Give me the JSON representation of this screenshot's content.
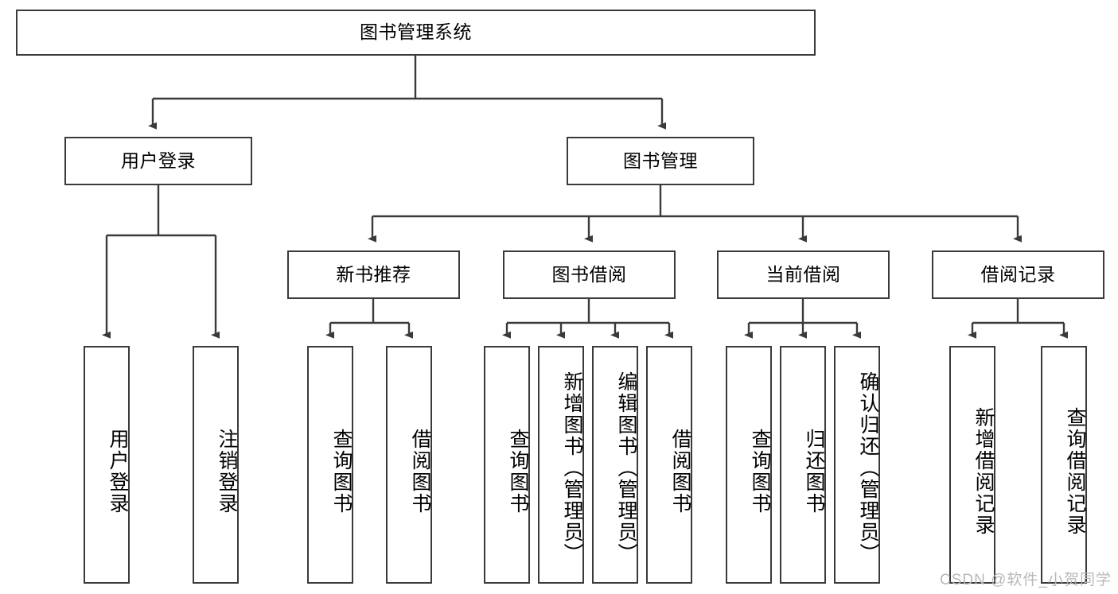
{
  "diagram": {
    "title_node": {
      "label": "图书管理系统"
    },
    "level2": [
      {
        "id": "user-login",
        "label": "用户登录"
      },
      {
        "id": "book-management",
        "label": "图书管理"
      }
    ],
    "level3": [
      {
        "id": "new-book-recommend",
        "label": "新书推荐"
      },
      {
        "id": "book-borrow",
        "label": "图书借阅"
      },
      {
        "id": "current-borrow",
        "label": "当前借阅"
      },
      {
        "id": "borrow-record",
        "label": "借阅记录"
      }
    ],
    "leaves": {
      "user_login": [
        {
          "id": "leaf-user-login",
          "label": "用户登录"
        },
        {
          "id": "leaf-logout-login",
          "label": "注销登录"
        }
      ],
      "new_book_recommend": [
        {
          "id": "leaf-query-book-1",
          "label": "查询图书"
        },
        {
          "id": "leaf-borrow-book-1",
          "label": "借阅图书"
        }
      ],
      "book_borrow": [
        {
          "id": "leaf-query-book-2",
          "label": "查询图书"
        },
        {
          "id": "leaf-add-book",
          "label": "新增图书（管理员）"
        },
        {
          "id": "leaf-edit-book",
          "label": "编辑图书（管理员）"
        },
        {
          "id": "leaf-borrow-book-2",
          "label": "借阅图书"
        }
      ],
      "current_borrow": [
        {
          "id": "leaf-query-book-3",
          "label": "查询图书"
        },
        {
          "id": "leaf-return-book",
          "label": "归还图书"
        },
        {
          "id": "leaf-confirm-return",
          "label": "确认归还（管理员）"
        }
      ],
      "borrow_record": [
        {
          "id": "leaf-add-borrow-record",
          "label": "新增借阅记录"
        },
        {
          "id": "leaf-query-borrow-record",
          "label": "查询借阅记录"
        }
      ]
    }
  },
  "watermark": {
    "text": "CSDN @软件_小贺同学"
  },
  "colors": {
    "stroke": "#3a3a3a",
    "background": "#ffffff",
    "text": "#000000",
    "watermark": "#b9b9b9"
  }
}
